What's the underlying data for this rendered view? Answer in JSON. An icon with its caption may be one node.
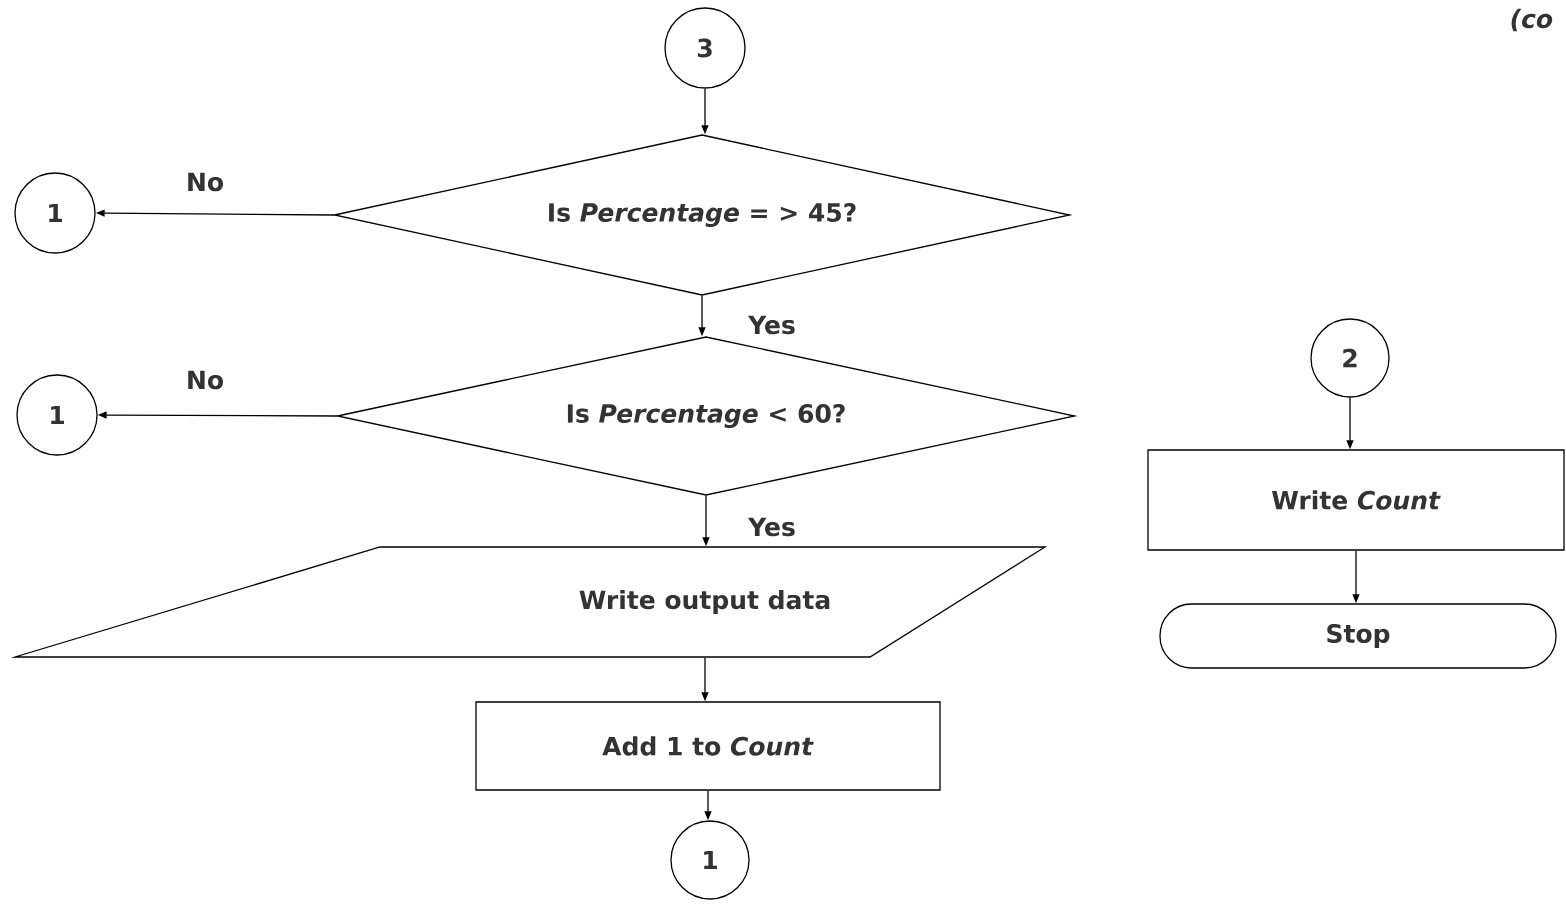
{
  "diagram": {
    "nodes": [
      {
        "text": [
          "3"
        ]
      },
      {
        "text": [
          "Is *Percentage* = > 45?"
        ]
      },
      {
        "text": [
          "1"
        ]
      },
      {
        "text": [
          "Is *Percentage* < 60?"
        ]
      },
      {
        "text": [
          "1"
        ]
      },
      {
        "text": [
          "Write output data"
        ]
      },
      {
        "text": [
          "Add 1 to *Count*"
        ]
      },
      {
        "text": [
          "1"
        ]
      },
      {
        "text": [
          "2"
        ]
      },
      {
        "text": [
          "Write *Count*"
        ]
      },
      {
        "text": [
          "Stop"
        ]
      }
    ],
    "edges": [
      {
        "from": 0,
        "to": 1,
        "arrow": "to"
      },
      {
        "from": 1,
        "to": 2,
        "arrow": "to",
        "label": "No"
      },
      {
        "from": 1,
        "to": 3,
        "arrow": "to",
        "label": "Yes"
      },
      {
        "from": 3,
        "to": 4,
        "arrow": "to",
        "label": "No"
      },
      {
        "from": 3,
        "to": 5,
        "arrow": "to",
        "label": "Yes"
      },
      {
        "from": 5,
        "to": 6,
        "arrow": "to"
      },
      {
        "from": 6,
        "to": 7,
        "arrow": "to"
      },
      {
        "from": 8,
        "to": 9,
        "arrow": "to"
      },
      {
        "from": 9,
        "to": 10,
        "arrow": "to"
      }
    ],
    "labels": [
      "(co"
    ]
  }
}
